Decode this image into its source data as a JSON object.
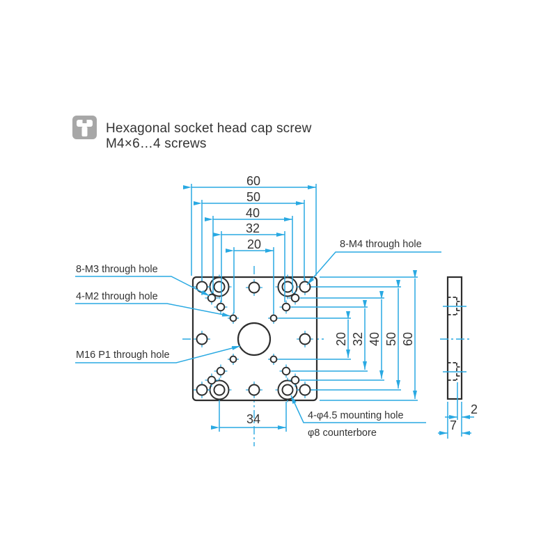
{
  "colors": {
    "accent_cyan": "#29a9e2",
    "drawing_dark": "#2d2d2d",
    "icon_gray": "#a7a7a7",
    "text": "#333333"
  },
  "header": {
    "icon": "screw-icon",
    "line1": "Hexagonal socket head cap screw",
    "line2": "M4×6…4 screws"
  },
  "front_view": {
    "labels": {
      "m4": "8-M4 through hole",
      "m3": "8-M3 through hole",
      "m2": "4-M2 through hole",
      "m16": "M16 P1 through hole",
      "mount": "4-φ4.5 mounting hole",
      "counterbore": "φ8 counterbore"
    },
    "dims_top": [
      "60",
      "50",
      "40",
      "32",
      "20"
    ],
    "dims_right": [
      "20",
      "32",
      "40",
      "50",
      "60"
    ],
    "dim_bottom": "34"
  },
  "side_view": {
    "dims": {
      "depth": "2",
      "thickness": "7"
    }
  }
}
